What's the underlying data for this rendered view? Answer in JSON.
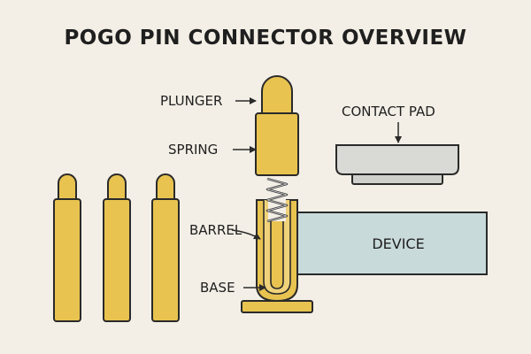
{
  "title": "POGO PIN CONNECTOR OVERVIEW",
  "labels": {
    "plunger": "PLUNGER",
    "spring": "SPRING",
    "barrel": "BARREL",
    "base": "BASE",
    "contact_pad": "CONTACT PAD",
    "device": "DEVICE"
  },
  "colors": {
    "background": "#f3efe6",
    "pin_gold": "#e8c350",
    "outline": "#2a2a2a",
    "device_fill": "#c9dadb",
    "pad_fill": "#d9d9d6",
    "spring_gray": "#bdbdbd"
  }
}
